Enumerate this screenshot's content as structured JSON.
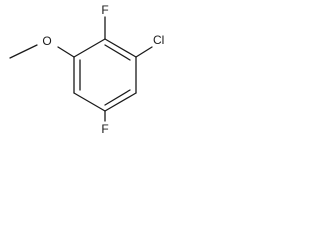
{
  "molecule": {
    "atoms": {
      "f_top": "F",
      "o_methoxy": "O",
      "cl": "Cl",
      "f_bottom": "F"
    }
  }
}
